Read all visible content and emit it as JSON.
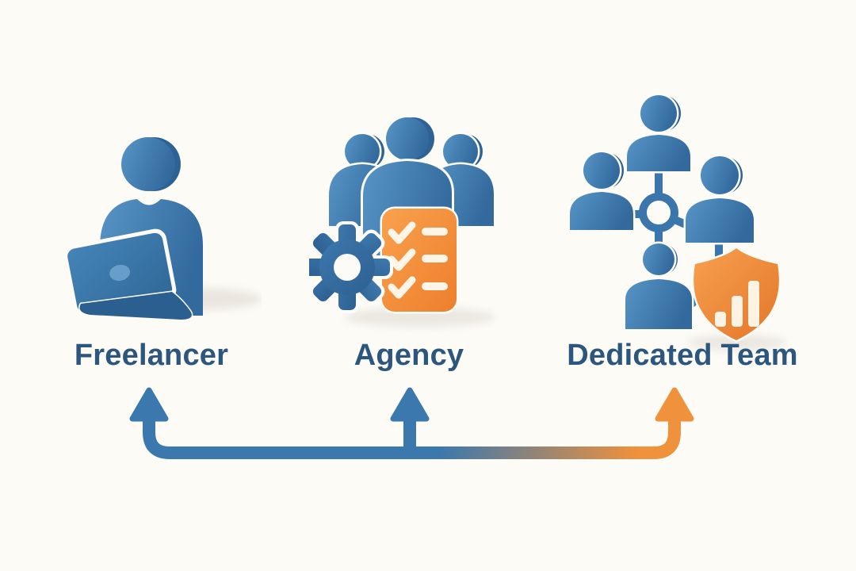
{
  "figure": {
    "type": "comparison-progression-diagram",
    "background_color": "#fcfbf6",
    "columns": [
      {
        "id": "freelancer",
        "label": "Freelancer",
        "icon": "freelancer-person-laptop-icon"
      },
      {
        "id": "agency",
        "label": "Agency",
        "icon": "agency-team-gear-checklist-icon"
      },
      {
        "id": "dedicated-team",
        "label": "Dedicated Team",
        "icon": "dedicated-team-network-shield-chart-icon"
      }
    ],
    "connector": {
      "description": "horizontal progression line with an upward arrow at each option, blue fading to orange",
      "start_color": "#3a78ae",
      "end_color": "#f0913c",
      "arrow_colors": [
        "#3a78ae",
        "#3a78ae",
        "#f0913c"
      ]
    },
    "palette": {
      "blue": "#3b7ab2",
      "blue_light": "#5795c6",
      "blue_dark": "#2d6196",
      "label_text": "#2c567e",
      "orange": "#f0913c",
      "orange_dark": "#e87f2b",
      "cream": "#fdf3e3"
    }
  }
}
